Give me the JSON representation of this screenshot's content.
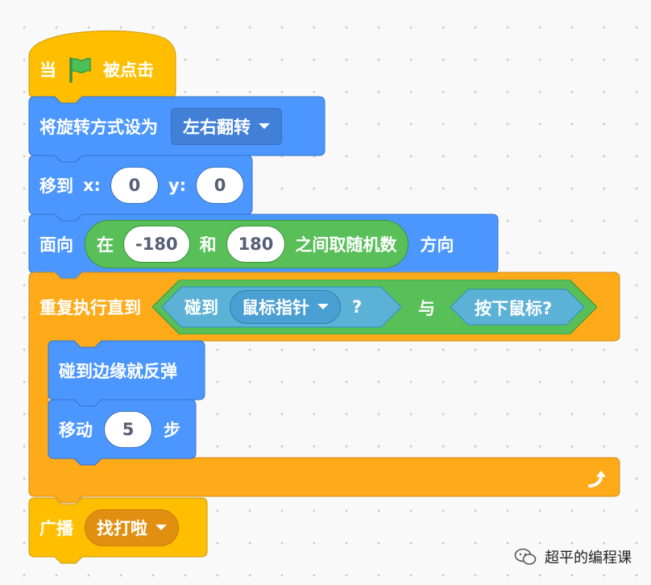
{
  "colors": {
    "events": "#ffbf00",
    "motion": "#4c97ff",
    "control": "#ffab19",
    "operators": "#59c059",
    "sensing": "#5cb1d6",
    "flag": "#4cbf56"
  },
  "script": {
    "hat": {
      "pre": "当",
      "icon": "green-flag-icon",
      "post": "被点击"
    },
    "rotation": {
      "label": "将旋转方式设为",
      "value": "左右翻转"
    },
    "goto": {
      "label": "移到",
      "x_label": "x:",
      "x_value": "0",
      "y_label": "y:",
      "y_value": "0"
    },
    "point": {
      "label": "面向",
      "random_pre": "在",
      "from": "-180",
      "and": "和",
      "to": "180",
      "random_post": "之间取随机数",
      "suffix": "方向"
    },
    "repeat_until": {
      "label": "重复执行直到",
      "touching_label": "碰到",
      "touching_value": "鼠标指针",
      "question": "?",
      "and_label": "与",
      "mouse_down": "按下鼠标?",
      "loop_arrow_icon": "loop-arrow-icon"
    },
    "bounce": {
      "label": "碰到边缘就反弹"
    },
    "move": {
      "label": "移动",
      "steps": "5",
      "suffix": "步"
    },
    "broadcast": {
      "label": "广播",
      "message": "找打啦"
    }
  },
  "watermark": {
    "icon": "wechat-icon",
    "text": "超平的编程课"
  }
}
